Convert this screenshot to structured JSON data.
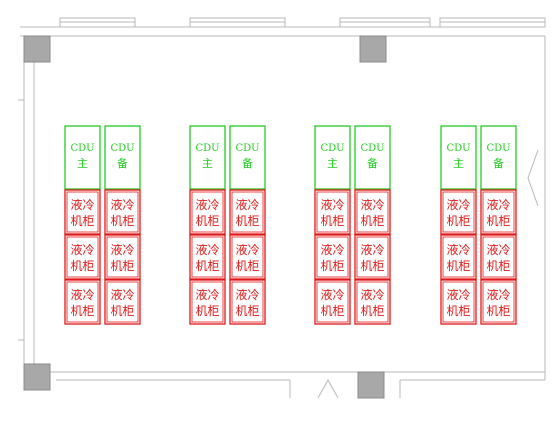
{
  "colors": {
    "cdu": "#22cc22",
    "rack": "#e01818",
    "wall": "#b8b8b8",
    "column": "#a8a8a8"
  },
  "cdu_labels": {
    "top": "CDU",
    "primary": "主",
    "backup": "备"
  },
  "rack_label": {
    "line1": "液冷",
    "line2": "机柜"
  },
  "groups": [
    {
      "cdus": [
        {
          "line1": "CDU",
          "line2": "主"
        },
        {
          "line1": "CDU",
          "line2": "备"
        }
      ],
      "rack_rows": 3,
      "racks_per_row": 2
    },
    {
      "cdus": [
        {
          "line1": "CDU",
          "line2": "主"
        },
        {
          "line1": "CDU",
          "line2": "备"
        }
      ],
      "rack_rows": 3,
      "racks_per_row": 2
    },
    {
      "cdus": [
        {
          "line1": "CDU",
          "line2": "主"
        },
        {
          "line1": "CDU",
          "line2": "备"
        }
      ],
      "rack_rows": 3,
      "racks_per_row": 2
    },
    {
      "cdus": [
        {
          "line1": "CDU",
          "line2": "主"
        },
        {
          "line1": "CDU",
          "line2": "备"
        }
      ],
      "rack_rows": 3,
      "racks_per_row": 2
    }
  ]
}
